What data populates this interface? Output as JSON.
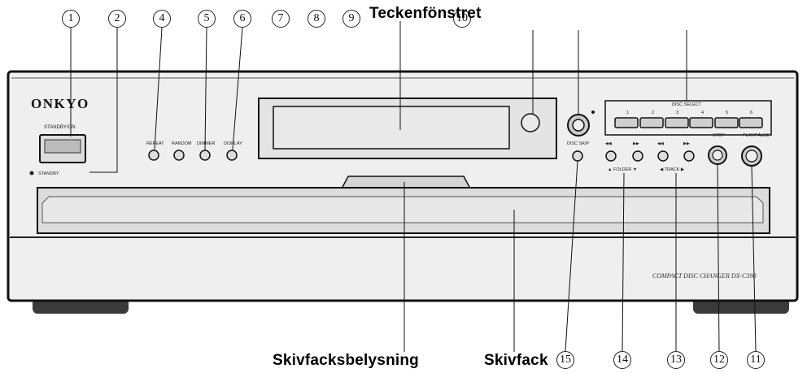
{
  "callout_numbers": [
    "1",
    "2",
    "4",
    "5",
    "6",
    "7",
    "8",
    "9",
    "10",
    "15",
    "14",
    "13",
    "12",
    "11"
  ],
  "labels": {
    "display_window": "Teckenfönstret",
    "tray_light": "Skivfacksbelysning",
    "disc_tray": "Skivfack"
  },
  "device": {
    "brand": "ONKYO",
    "model_text": "COMPACT DISC CHANGER  DX-C390",
    "standby_on_label": "STANDBY/ON",
    "standby_indicator_label": "STANDBY",
    "left_buttons": [
      "REPEAT",
      "RANDOM",
      "DIMMER",
      "DISPLAY"
    ],
    "disc_select_label": "DISC SELECT",
    "disc_numbers": [
      "1",
      "2",
      "3",
      "4",
      "5",
      "6"
    ],
    "disc_skip_label": "DISC SKIP",
    "small_button_labels": [
      "◀◀",
      "▶▶",
      "◀◀",
      "▶▶"
    ],
    "folder_label": "▲ FOLDER ▼",
    "track_label": "◀ TRACK ▶",
    "stop_label": "STOP",
    "play_pause_label": "PLAY/PAUSE"
  },
  "colors": {
    "body": "#e9e9e9",
    "line": "#222222",
    "panel_dark": "#cfcfcf"
  }
}
